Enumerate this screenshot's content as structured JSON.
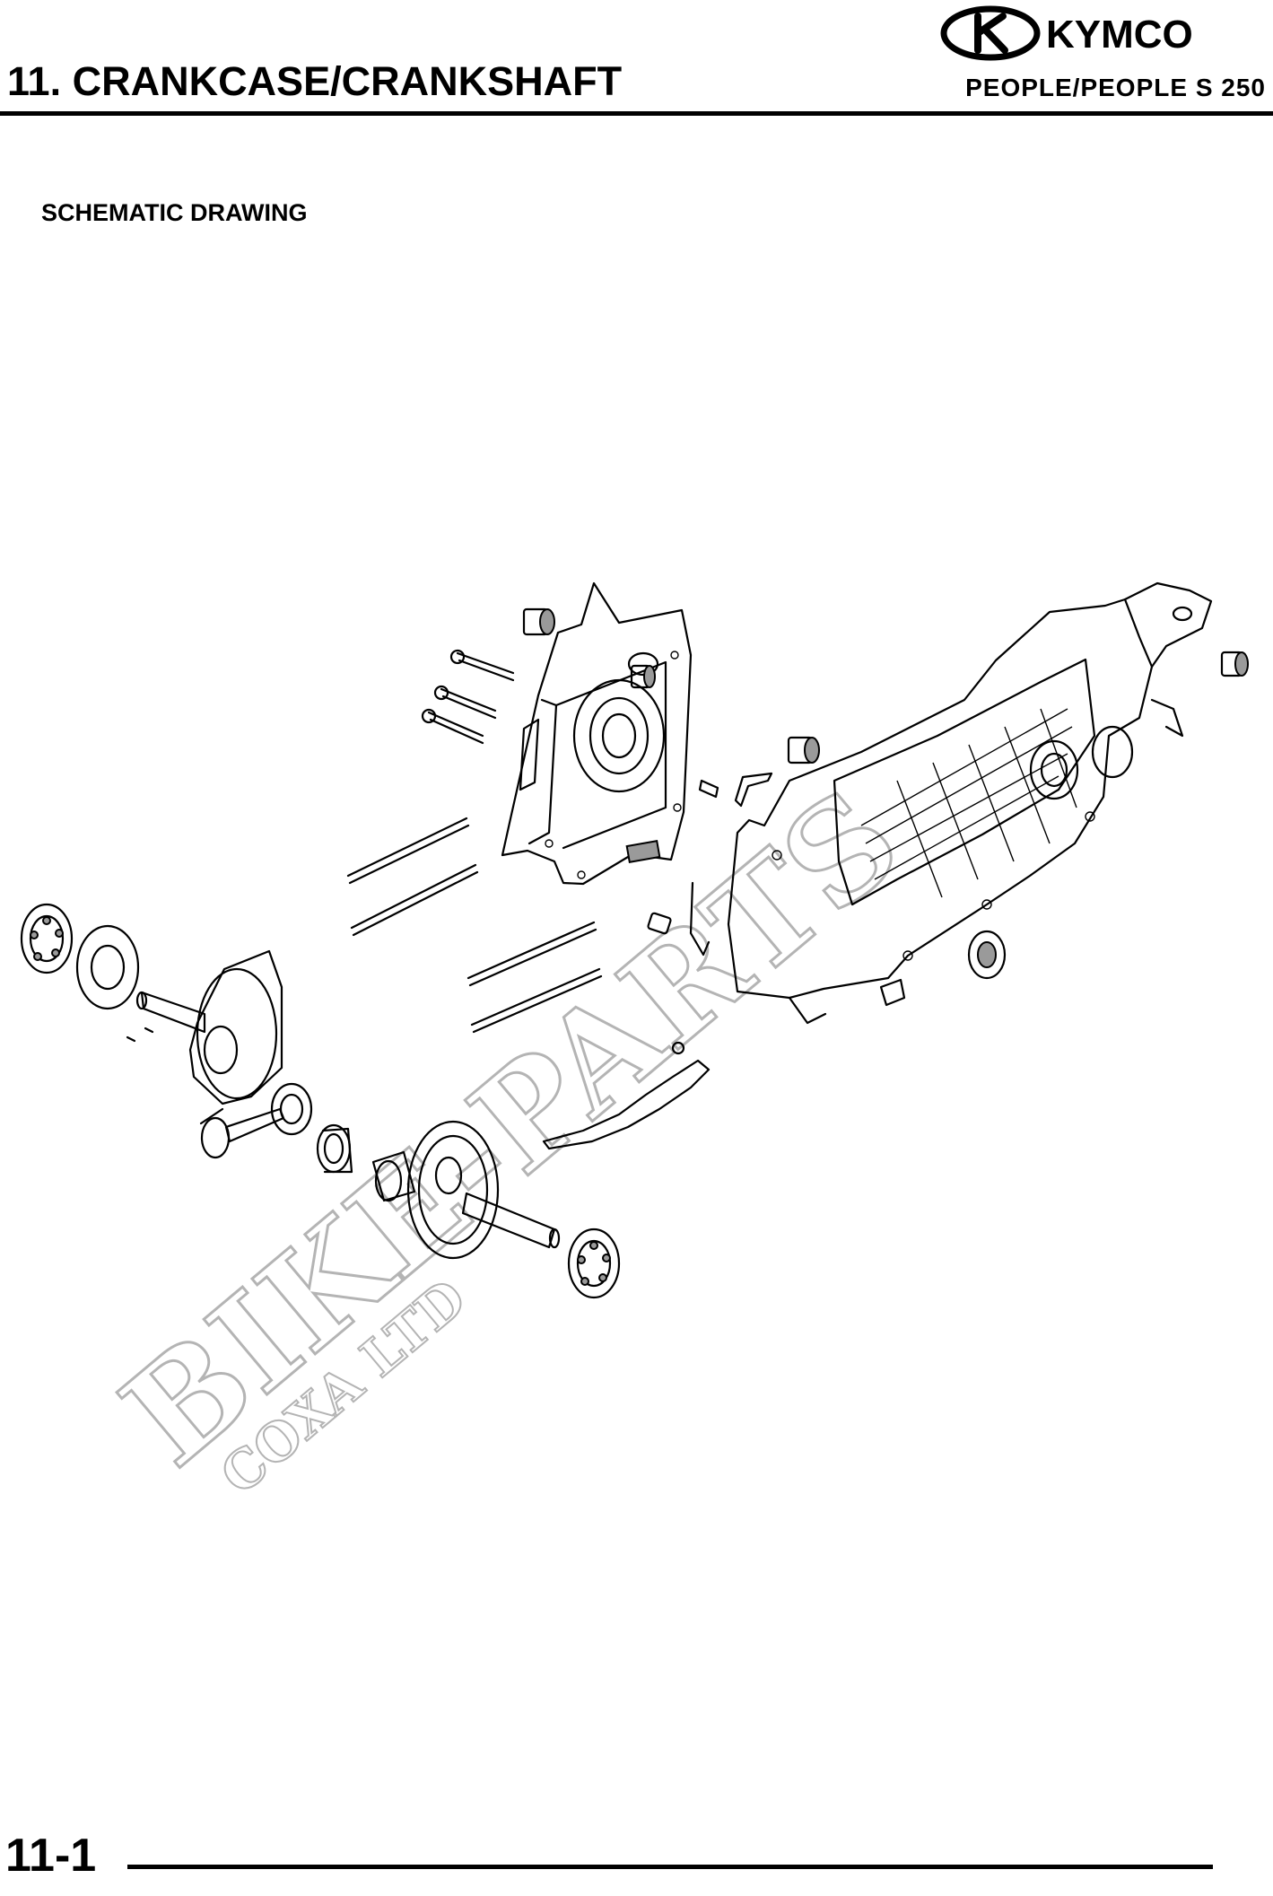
{
  "header": {
    "brand": "KYMCO",
    "section_title": "11. CRANKCASE/CRANKSHAFT",
    "model": "PEOPLE/PEOPLE S 250"
  },
  "content": {
    "subtitle": "SCHEMATIC DRAWING"
  },
  "watermark": {
    "main": "BIKE-PARTS",
    "sub": "COXA LTD"
  },
  "footer": {
    "page_number": "11-1"
  },
  "icons": {
    "logo": "kymco-k-oval-logo",
    "drawing": "crankcase-crankshaft-exploded-view"
  }
}
